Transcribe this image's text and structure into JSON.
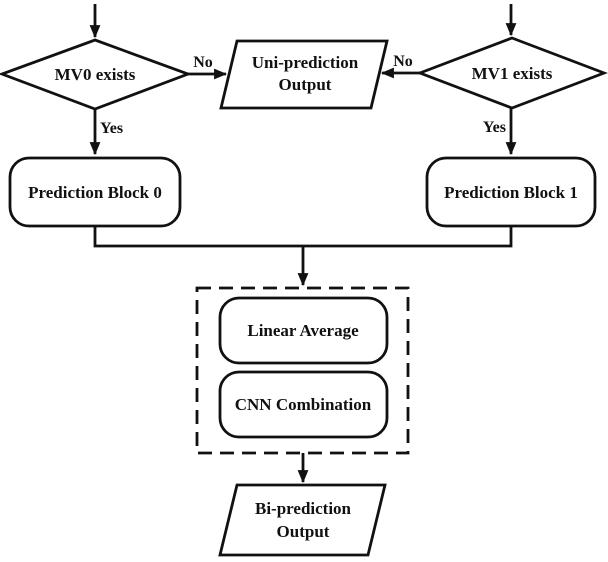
{
  "diagram": {
    "type": "flowchart",
    "nodes": {
      "mv0_decision": {
        "label": "MV0 exists",
        "shape": "diamond"
      },
      "mv1_decision": {
        "label": "MV1 exists",
        "shape": "diamond"
      },
      "uni_output": {
        "line1": "Uni-prediction",
        "line2": "Output",
        "shape": "parallelogram"
      },
      "pred_block_0": {
        "label": "Prediction Block 0",
        "shape": "rounded-rect"
      },
      "pred_block_1": {
        "label": "Prediction Block 1",
        "shape": "rounded-rect"
      },
      "linear_average": {
        "label": "Linear Average",
        "shape": "rounded-rect"
      },
      "cnn_combination": {
        "label": "CNN Combination",
        "shape": "rounded-rect"
      },
      "bi_output": {
        "line1": "Bi-prediction",
        "line2": "Output",
        "shape": "parallelogram"
      }
    },
    "edge_labels": {
      "no_left": "No",
      "no_right": "No",
      "yes_left": "Yes",
      "yes_right": "Yes"
    },
    "colors": {
      "stroke": "#111111",
      "node_fill": "#ffffff",
      "cnn_fill": "#c9c9c9",
      "background": "#ffffff"
    }
  }
}
